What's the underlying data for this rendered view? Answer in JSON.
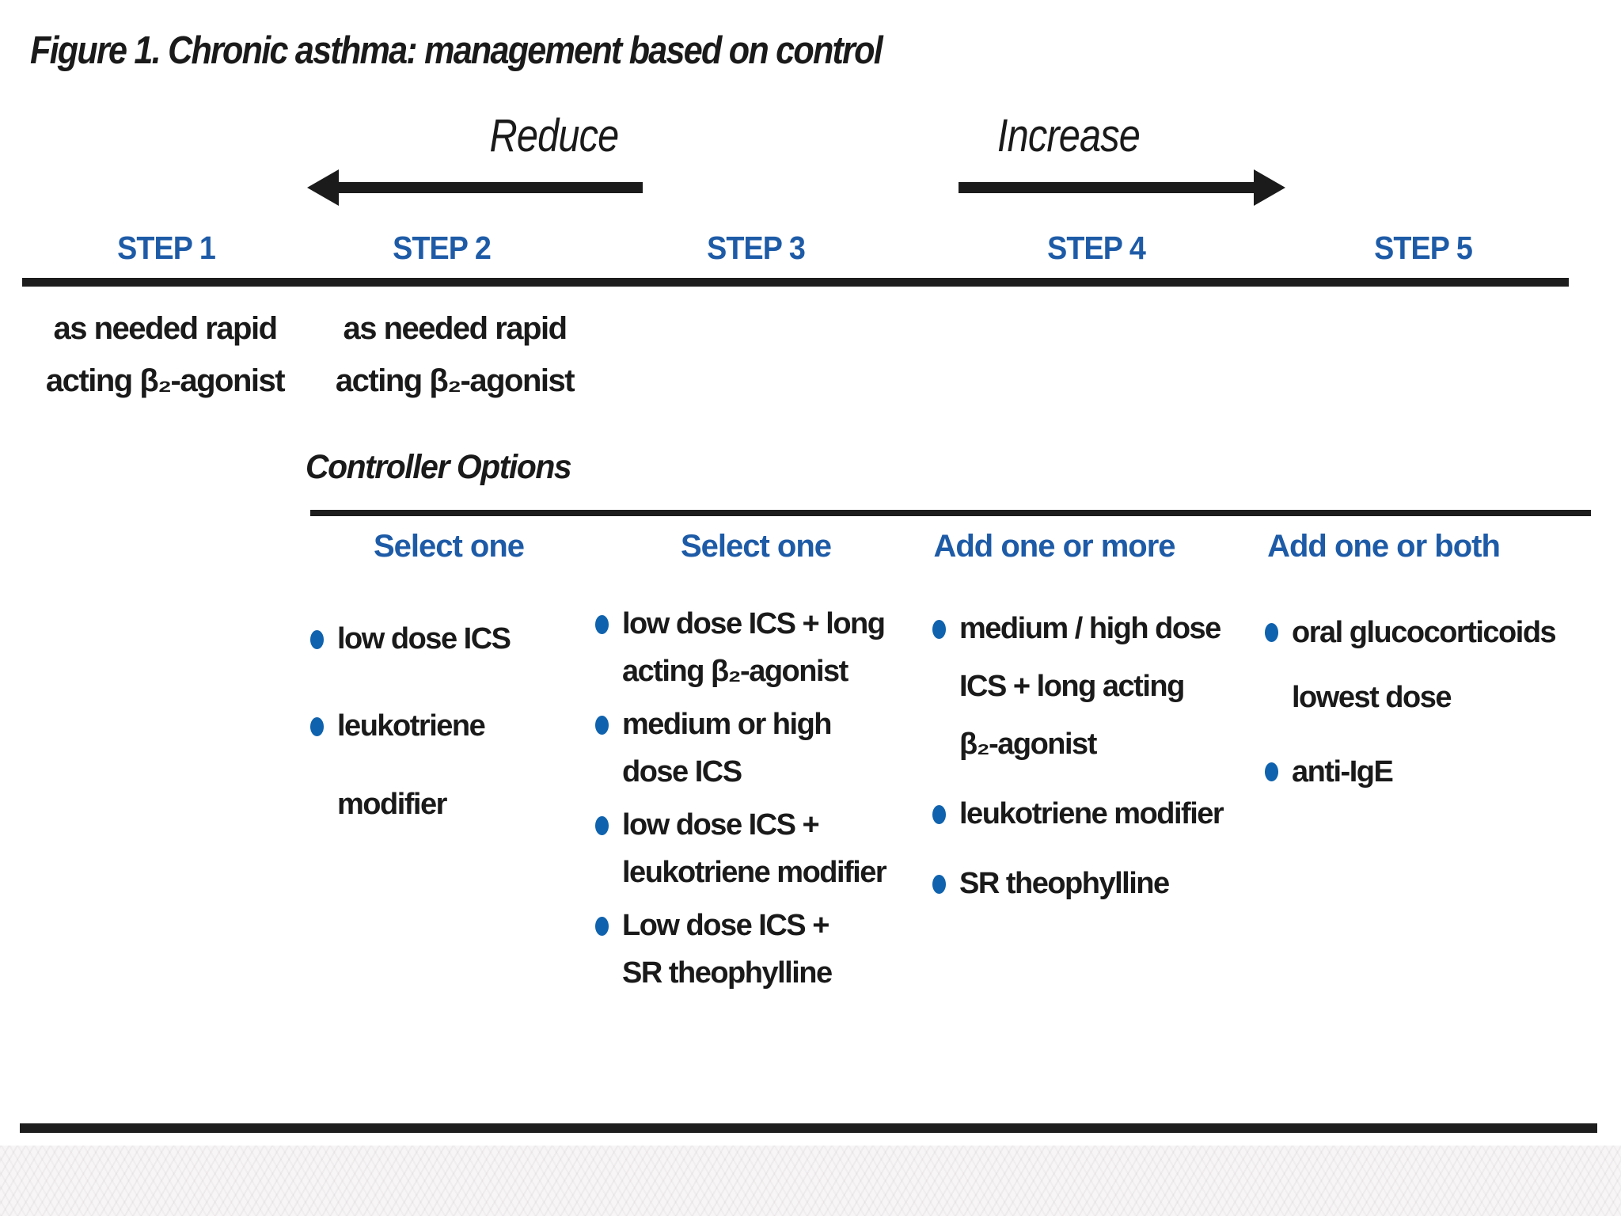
{
  "figure": {
    "title": "Figure 1. Chronic asthma: management based on control",
    "axis": {
      "reduce_label": "Reduce",
      "increase_label": "Increase"
    },
    "controller_options_label": "Controller Options",
    "steps": [
      {
        "label": "STEP 1",
        "reliever": "as needed rapid\nacting β₂-agonist"
      },
      {
        "label": "STEP 2",
        "reliever": "as needed rapid\nacting β₂-agonist",
        "controller_header": "Select one",
        "controller_items": [
          "low dose ICS",
          "leukotriene\nmodifier"
        ]
      },
      {
        "label": "STEP 3",
        "controller_header": "Select one",
        "controller_items": [
          "low dose ICS + long\nacting β₂-agonist",
          "medium or high\ndose ICS",
          "low dose ICS +\nleukotriene modifier",
          "Low dose ICS +\nSR theophylline"
        ]
      },
      {
        "label": "STEP 4",
        "controller_header": "Add one or more",
        "controller_items": [
          "medium / high dose\nICS + long acting\nβ₂-agonist",
          "leukotriene modifier",
          "SR theophylline"
        ]
      },
      {
        "label": "STEP 5",
        "controller_header": "Add one or both",
        "controller_items": [
          "oral glucocorticoids\nlowest dose",
          "anti-IgE"
        ]
      }
    ],
    "colors": {
      "accent_blue": "#1e5ba7",
      "bullet_blue": "#0f62ad",
      "rule_black": "#1d1d1d",
      "footer_band_gray": "#f7f5f6"
    }
  }
}
